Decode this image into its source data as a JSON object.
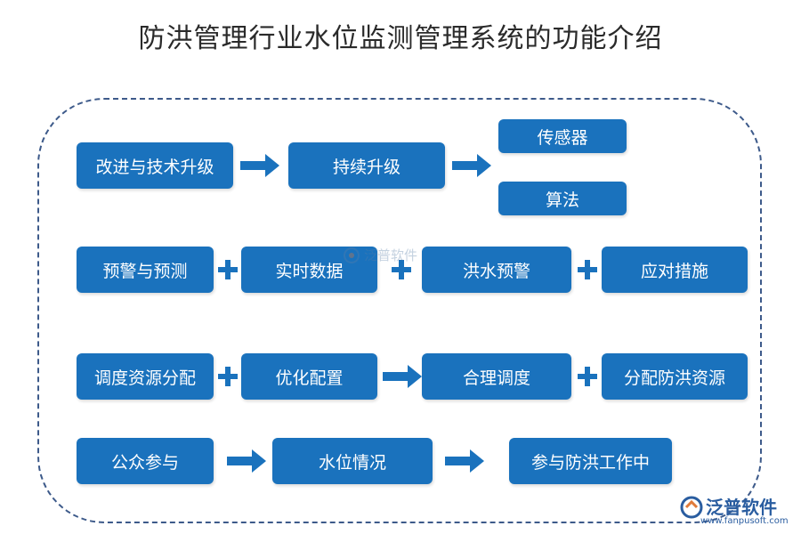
{
  "title": "防洪管理行业水位监测管理系统的功能介绍",
  "colors": {
    "box": "#1a72bd",
    "frame": "#3d5a8a",
    "text": "#ffffff"
  },
  "row1": {
    "box1": "改进与技术升级",
    "box2": "持续升级",
    "box3a": "传感器",
    "box3b": "算法"
  },
  "row2": {
    "box1": "预警与预测",
    "box2": "实时数据",
    "box3": "洪水预警",
    "box4": "应对措施"
  },
  "row3": {
    "box1": "调度资源分配",
    "box2": "优化配置",
    "box3": "合理调度",
    "box4": "分配防洪资源"
  },
  "row4": {
    "box1": "公众参与",
    "box2": "水位情况",
    "box3": "参与防洪工作中"
  },
  "watermark": {
    "center_text": "泛普软件",
    "brand": "泛普软件",
    "url": "www.fanpusoft.com"
  }
}
